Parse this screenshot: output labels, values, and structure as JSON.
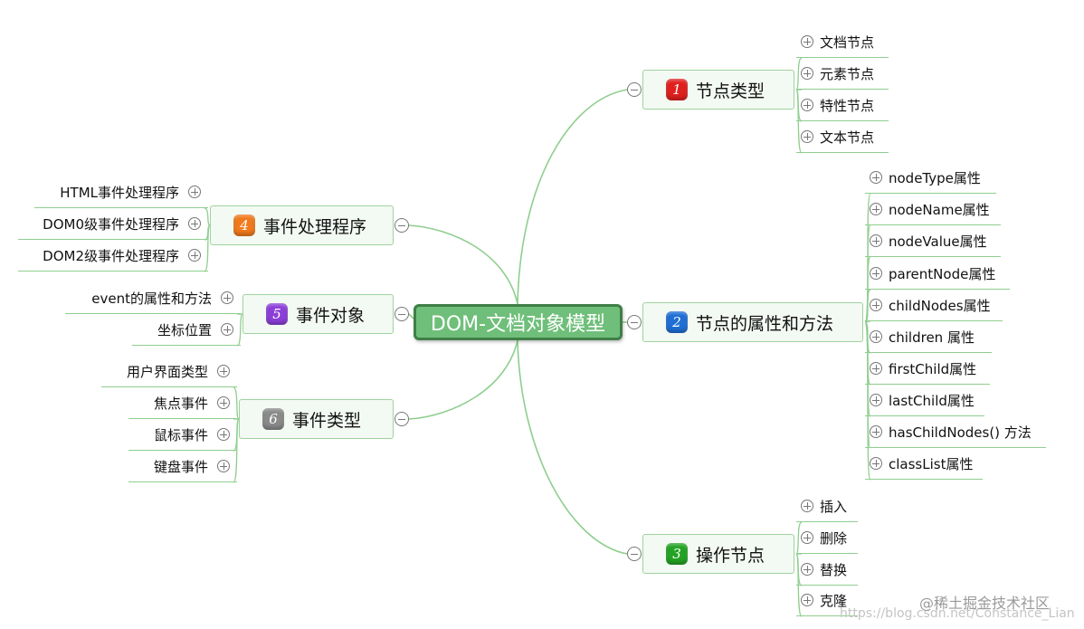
{
  "mindmap": {
    "root": "DOM-文档对象模型",
    "branches": [
      {
        "number": "1",
        "label": "节点类型",
        "color": "#e0201e",
        "children": [
          "文档节点",
          "元素节点",
          "特性节点",
          "文本节点"
        ]
      },
      {
        "number": "2",
        "label": "节点的属性和方法",
        "color": "#1f6fd6",
        "children": [
          "nodeType属性",
          "nodeName属性",
          "nodeValue属性",
          "parentNode属性",
          "childNodes属性",
          "children 属性",
          "firstChild属性",
          "lastChild属性",
          "hasChildNodes() 方法",
          "classList属性"
        ]
      },
      {
        "number": "3",
        "label": "操作节点",
        "color": "#23a323",
        "children": [
          "插入",
          "删除",
          "替换",
          "克隆"
        ]
      },
      {
        "number": "4",
        "label": "事件处理程序",
        "color": "#f07a1c",
        "children": [
          "HTML事件处理程序",
          "DOM0级事件处理程序",
          "DOM2级事件处理程序"
        ]
      },
      {
        "number": "5",
        "label": "事件对象",
        "color": "#8c3fd9",
        "children": [
          "event的属性和方法",
          "坐标位置"
        ]
      },
      {
        "number": "6",
        "label": "事件类型",
        "color": "#8a8a8a",
        "children": [
          "用户界面类型",
          "焦点事件",
          "鼠标事件",
          "键盘事件"
        ]
      }
    ]
  },
  "watermark": {
    "site": "@稀土掘金技术社区",
    "url": "https://blog.csdn.net/Constance_Lian"
  },
  "line_color": "#8fce8f"
}
